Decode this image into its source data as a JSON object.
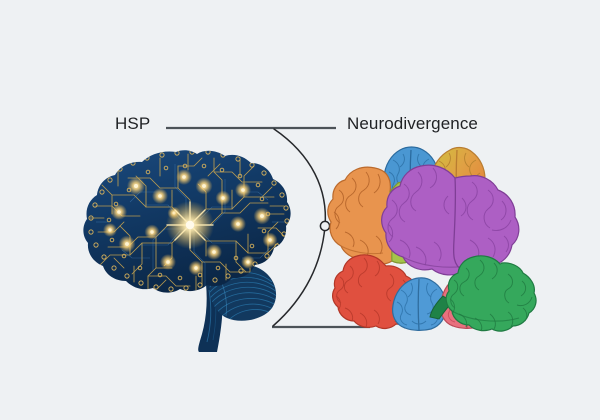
{
  "diagram": {
    "background_color": "#eef1f3",
    "left_label": "HSP",
    "right_label": "Neurodivergence",
    "connector": {
      "line_color": "#4c5358",
      "arc_color": "#26282b",
      "node_label": "connector-node"
    },
    "left_figure": {
      "name": "circuit-board-brain",
      "description": "Side-profile brain rendered as a dark navy printed circuit board with glowing gold nodes",
      "base_color": "#123a68",
      "deep_color": "#0c2747",
      "trace_color": "#c8a24a",
      "glow_color": "#ffd98a"
    },
    "right_figure": {
      "name": "multicolored-brain-cluster",
      "description": "Cluster of nine differently colored cartoon brains representing neurodiversity",
      "brains": [
        {
          "name": "brain-blue-top",
          "color": "#4a97d2",
          "shade": "#2f74aa",
          "view": "top"
        },
        {
          "name": "brain-yellow-orange-top",
          "color": "#d3c23f",
          "shade": "#e08a3c",
          "view": "top"
        },
        {
          "name": "brain-orange-green-side",
          "color": "#e8944e",
          "shade": "#a5c44a",
          "view": "side"
        },
        {
          "name": "brain-purple-large",
          "color": "#ad5fc4",
          "shade": "#8e47a6",
          "view": "side"
        },
        {
          "name": "brain-red-side",
          "color": "#e0503f",
          "shade": "#b93a2c",
          "view": "side"
        },
        {
          "name": "brain-blue-bottom",
          "color": "#4f9ad6",
          "shade": "#3176ad",
          "view": "top"
        },
        {
          "name": "brain-pink-bottom",
          "color": "#e8707e",
          "shade": "#c94e5e",
          "view": "top"
        },
        {
          "name": "brain-green-side",
          "color": "#35a85c",
          "shade": "#238045",
          "view": "side"
        }
      ]
    }
  }
}
